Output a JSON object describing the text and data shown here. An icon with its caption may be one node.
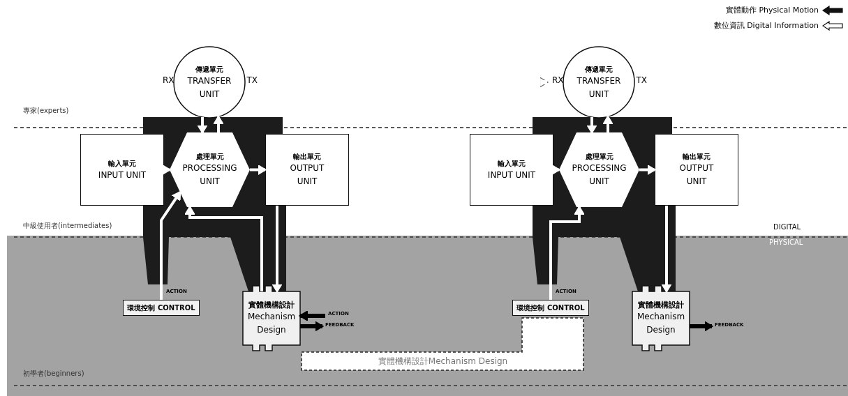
{
  "diagram": {
    "nodes": [
      {
        "text": [
          "傳遞單元",
          "TRANSFER UNIT"
        ],
        "beside": [
          "RX",
          "TX"
        ]
      },
      {
        "text": [
          "傳遞單元",
          "TRANSFER UNIT"
        ],
        "beside": [
          "RX",
          "TX"
        ]
      },
      {
        "text": [
          "輸入單元",
          "INPUT UNIT"
        ]
      },
      {
        "text": [
          "處理單元",
          "PROCESSING UNIT"
        ]
      },
      {
        "text": [
          "輸出單元",
          "OUTPUT UNIT"
        ]
      },
      {
        "text": [
          "輸入單元",
          "INPUT UNIT"
        ]
      },
      {
        "text": [
          "處理單元",
          "PROCESSING UNIT"
        ]
      },
      {
        "text": [
          "輸出單元",
          "OUTPUT UNIT"
        ]
      },
      {
        "text": [
          "環境控制 CONTROL"
        ]
      },
      {
        "text": [
          "實體機構設計",
          "Mechanism Design"
        ]
      },
      {
        "text": [
          "環境控制 CONTROL"
        ]
      },
      {
        "text": [
          "實體機構設計",
          "Mechanism Design"
        ]
      },
      {
        "text": [
          "實體機構設計Mechanism Design"
        ]
      }
    ],
    "edges": [
      {
        "from": 0,
        "to": 1,
        "arrow": "to",
        "style": "dashed"
      },
      {
        "from": 2,
        "to": 3,
        "arrow": "to"
      },
      {
        "from": 3,
        "to": 4,
        "arrow": "to"
      },
      {
        "from": 3,
        "to": 0,
        "arrow": "to"
      },
      {
        "from": 0,
        "to": 3,
        "arrow": "to"
      },
      {
        "from": 8,
        "to": 3,
        "arrow": "to",
        "label": "ACTION"
      },
      {
        "from": 9,
        "to": 3,
        "arrow": "to"
      },
      {
        "from": 4,
        "to": 9,
        "arrow": "to"
      },
      {
        "from": null,
        "to": 9,
        "arrow": "to",
        "label": "ACTION",
        "color": "#000000"
      },
      {
        "from": 9,
        "to": null,
        "arrow": "to",
        "label": "FEEDBACK",
        "color": "#000000"
      },
      {
        "from": 5,
        "to": 6,
        "arrow": "to"
      },
      {
        "from": 6,
        "to": 7,
        "arrow": "to"
      },
      {
        "from": 6,
        "to": 1,
        "arrow": "to"
      },
      {
        "from": 1,
        "to": 6,
        "arrow": "to"
      },
      {
        "from": 10,
        "to": 6,
        "arrow": "to",
        "label": "ACTION"
      },
      {
        "from": 7,
        "to": 11,
        "arrow": "to"
      },
      {
        "from": 11,
        "to": null,
        "arrow": "to",
        "label": "FEEDBACK",
        "color": "#000000"
      }
    ],
    "labels": [
      "專家(experts)",
      "中級使用者(intermediates)",
      "DIGITAL",
      "PHYSICAL",
      "初學者(beginners)"
    ],
    "legend": [
      {
        "text": "實體動作 Physical Motion"
      },
      {
        "text": "數位資訊 Digital Information"
      }
    ]
  }
}
